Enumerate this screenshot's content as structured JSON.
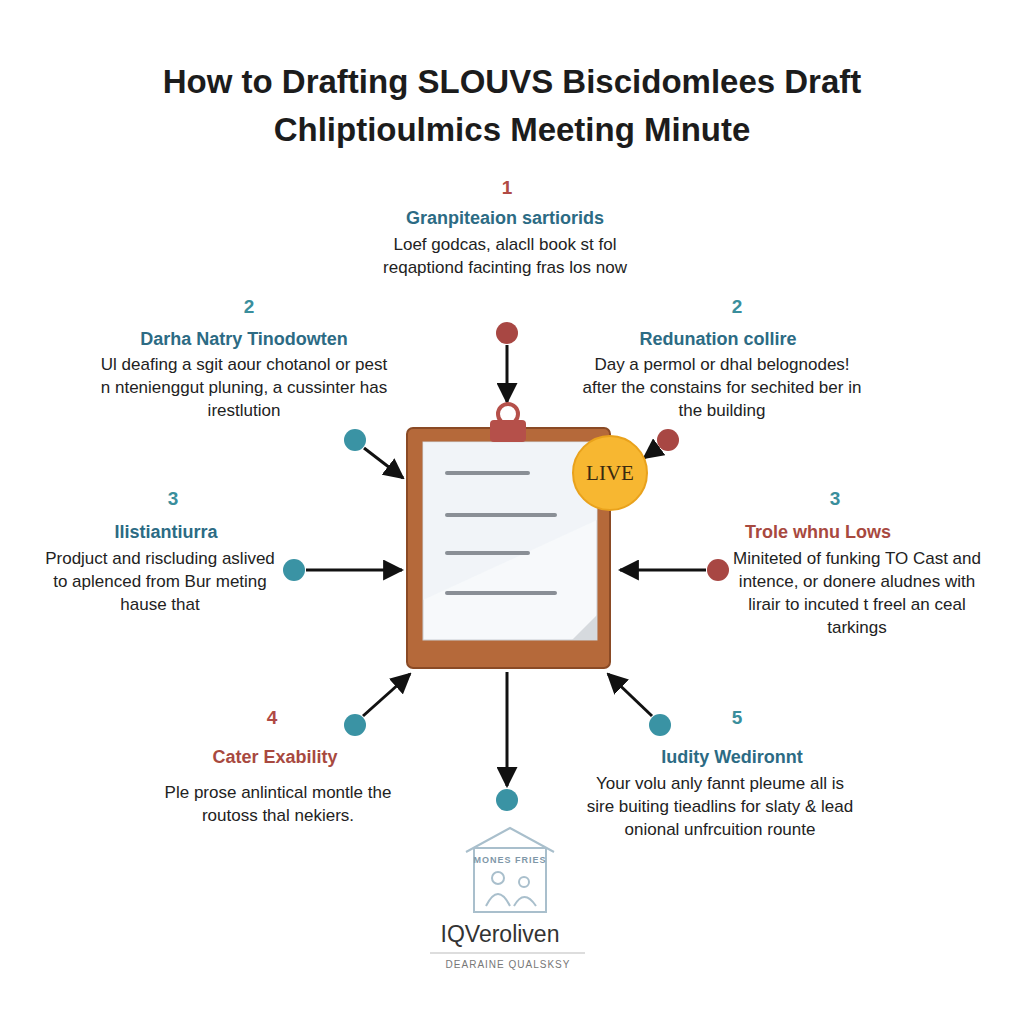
{
  "diagram": {
    "title": "How to Drafting SLOUVS Biscidomlees Draft Chliptioulmics Meeting Minute",
    "nodes": [
      {
        "text": [
          "LIVE"
        ]
      }
    ],
    "labels": [
      "1",
      "Granpiteaion sartiorids",
      "Loef godcas, alacll book st fol reqaptiond facinting fras los now",
      "2",
      "Darha Natry Tinodowten",
      "Ul deafing a sgit aour chotanol or pest n ntenienggut pluning, a cussinter has irestlution",
      "2",
      "Redunation collire",
      "Day a permol or dhal belognodes! after the constains for sechited ber in the building",
      "3",
      "Ilistiantiurra",
      "Prodjuct and riscluding aslived to aplenced from Bur meting hause that",
      "3",
      "Trole whnu Lows",
      "Miniteted of funking TO Cast and intence, or donere aludnes with lirair to incuted t freel an ceal tarkings",
      "4",
      "Cater Exability",
      "Ple prose anlintical montle the routoss thal nekiers.",
      "5",
      "Iudity Wedironnt",
      "Your volu anly fannt pleume all is sire buiting tieadlins for slaty & lead onional unfrcuition rounte",
      "MONES FRIES",
      "IQVeroliven",
      "DEARAINE QUALSKSY"
    ]
  }
}
